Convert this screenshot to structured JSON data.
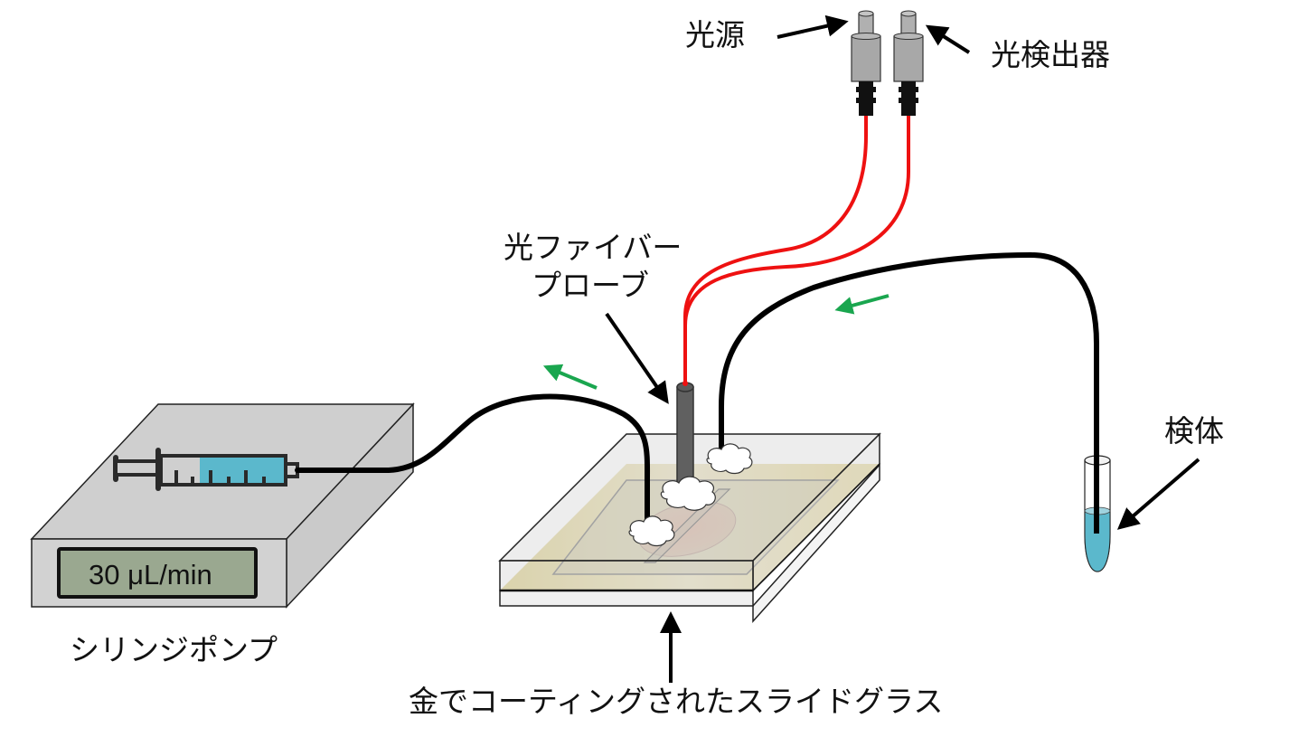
{
  "title": "光ファイバーSPRセンサー測定系の模式図",
  "labels": {
    "light_source": "光源",
    "photodetector": "光検出器",
    "fiber_probe_line1": "光ファイバー",
    "fiber_probe_line2": "プローブ",
    "syringe_pump": "シリンジポンプ",
    "gold_slide": "金でコーティングされたスライドグラス",
    "sample": "検体"
  },
  "pump_display": {
    "flow_rate": "30 μL/min"
  },
  "flow_direction": "sample → flow cell → syringe pump",
  "colors": {
    "fiber": "#ee1111",
    "tubing": "#000000",
    "flow_arrow": "#1aa64f",
    "liquid": "#5bb8cc",
    "pump_body": "#cfcfcf",
    "lcd": "#9aa890",
    "gold_film": "#e3d49a",
    "connector": "#a8a8a8",
    "probe": "#606060"
  }
}
